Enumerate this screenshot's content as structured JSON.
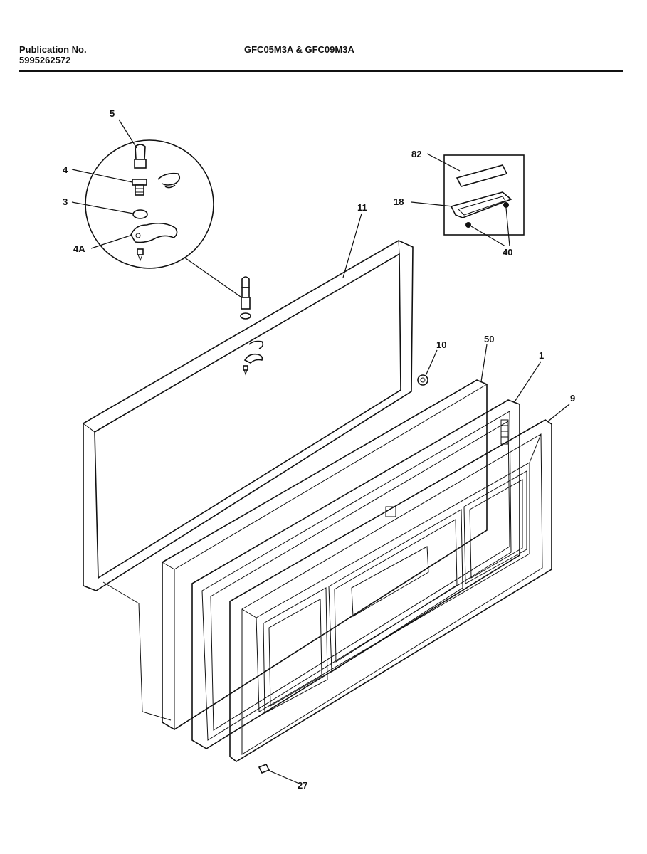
{
  "header": {
    "publication_label": "Publication No.",
    "publication_number": "5995262572",
    "models": "GFC05M3A & GFC09M3A"
  },
  "callouts": {
    "hinge_cap": "5",
    "hinge_pin": "4",
    "washer": "3",
    "hinge_bracket": "4A",
    "inner_frame": "11",
    "screw_cap": "10",
    "liner": "50",
    "gasket": "1",
    "outer_door": "9",
    "screw": "27",
    "label": "82",
    "handle": "18",
    "handle_screws": "40"
  }
}
